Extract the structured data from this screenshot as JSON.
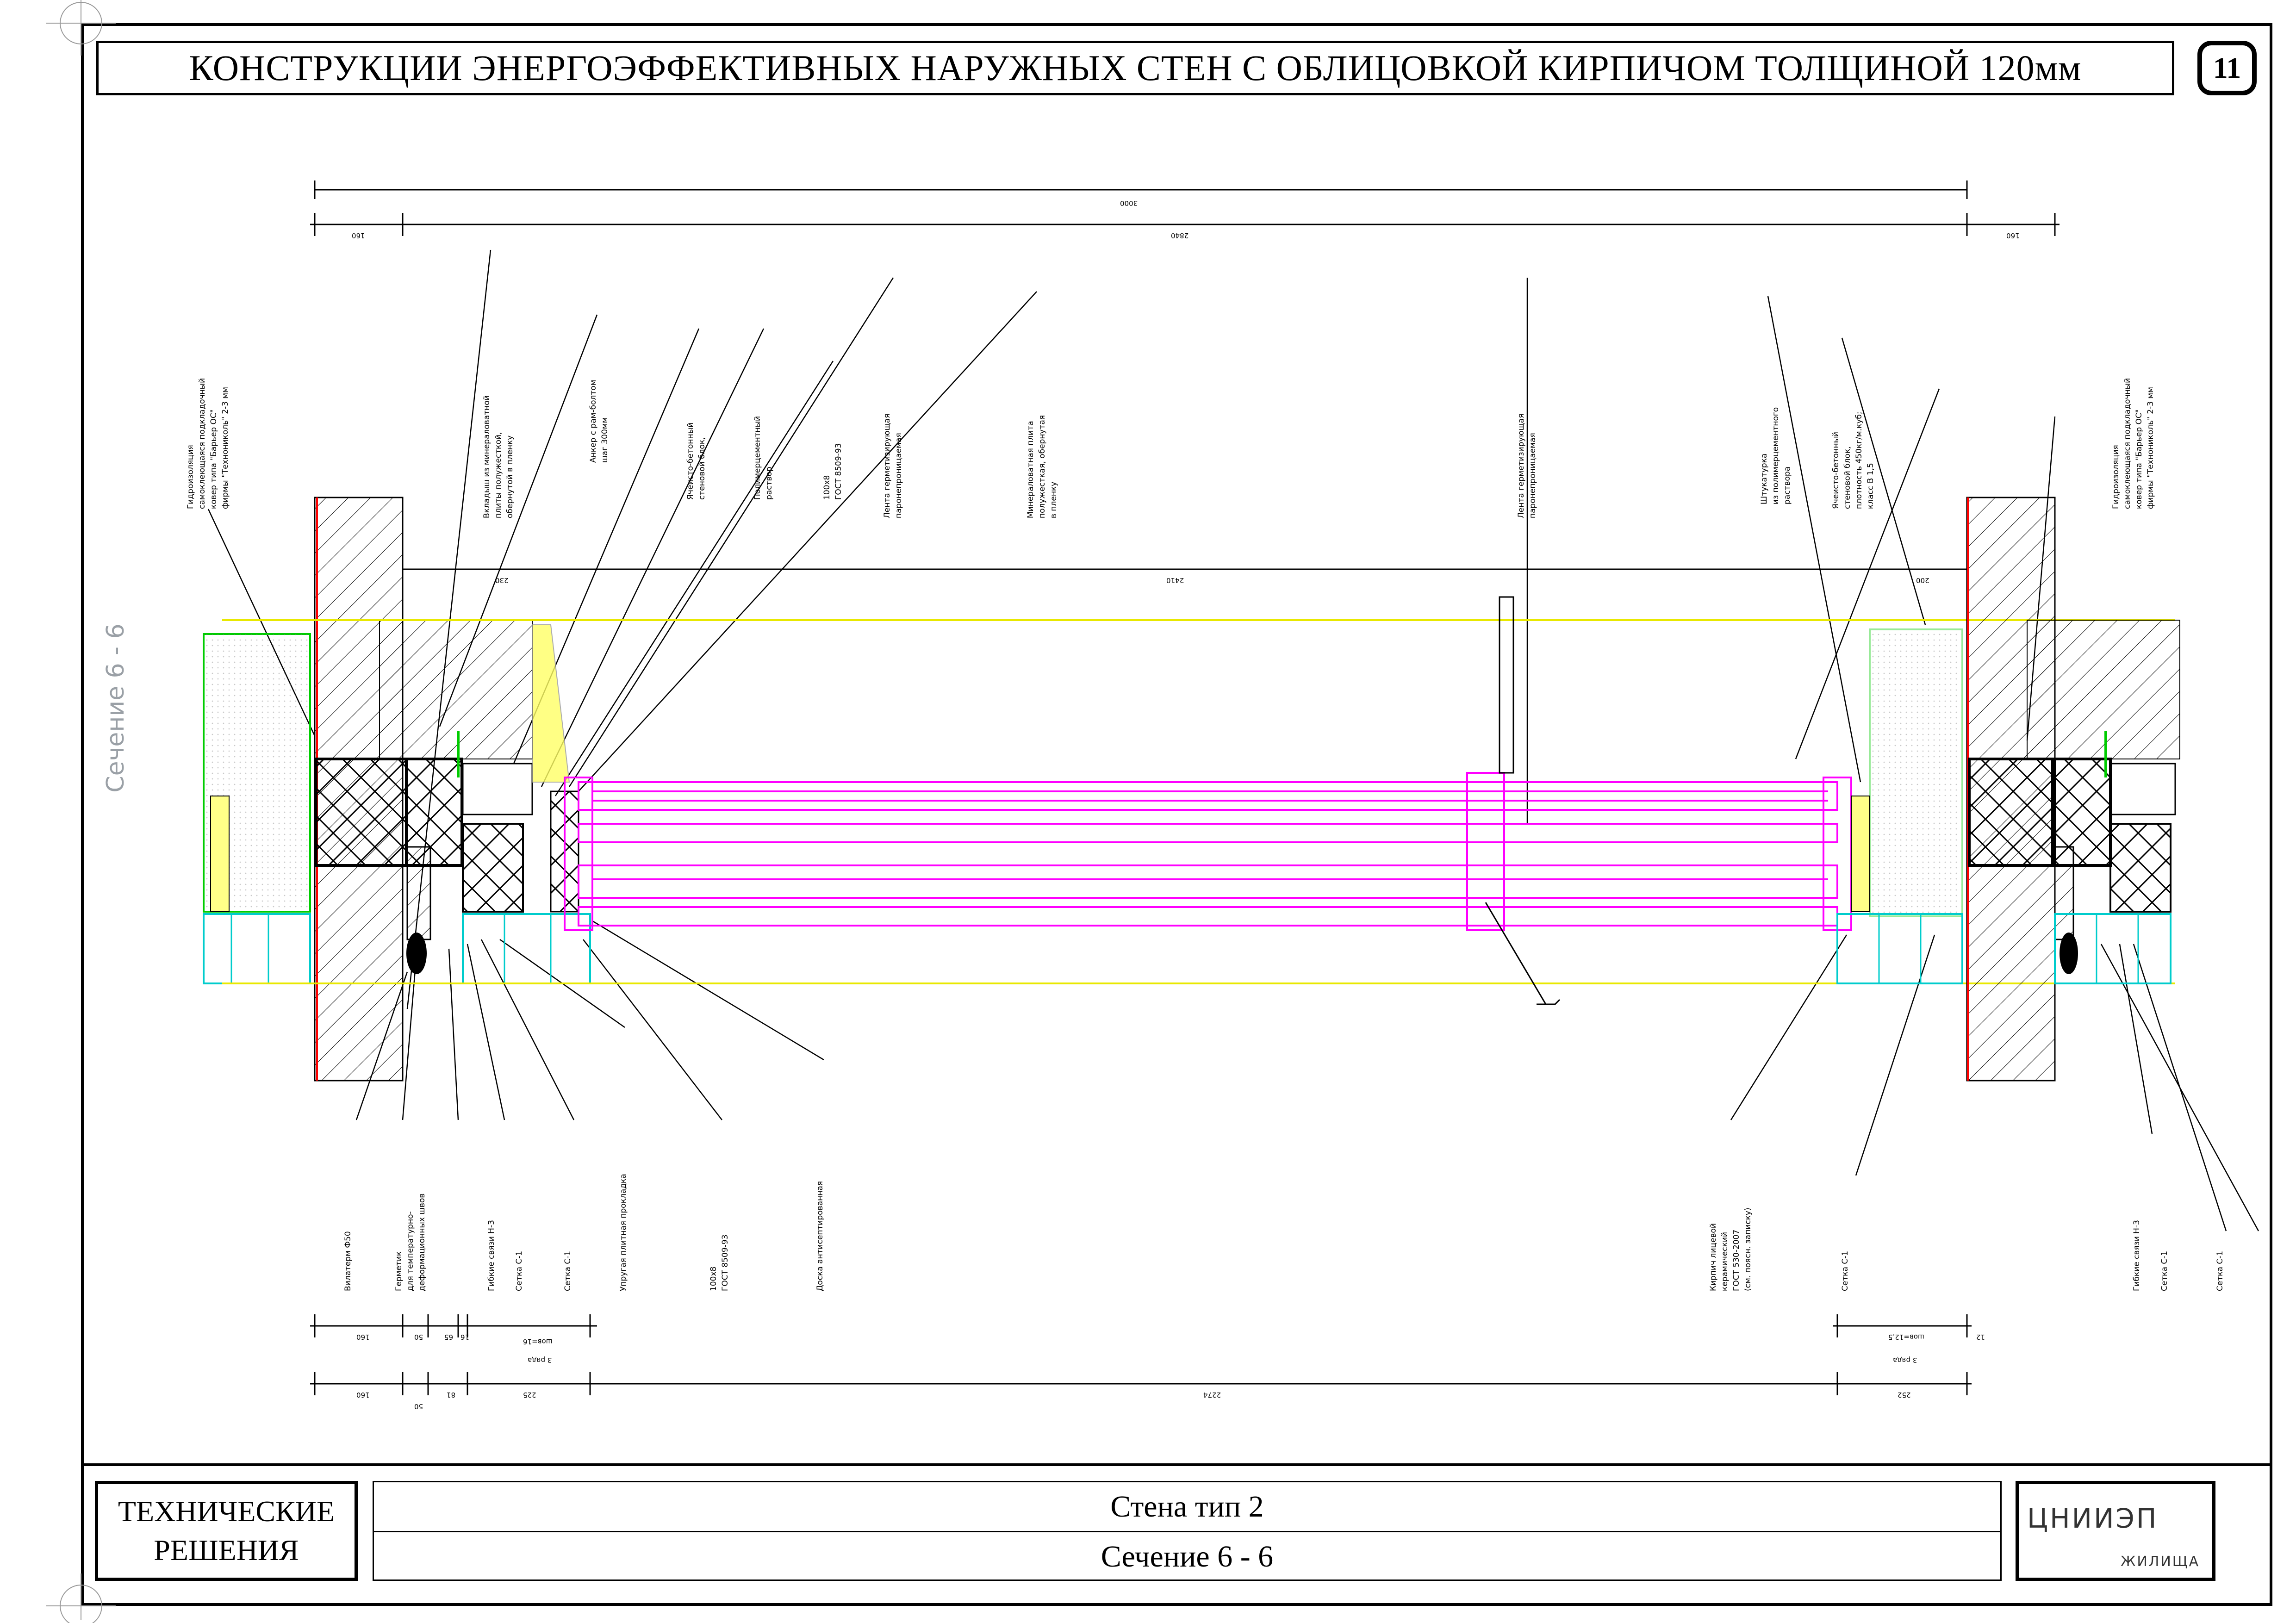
{
  "header": {
    "title": "КОНСТРУКЦИИ ЭНЕРГОЭФФЕКТИВНЫХ НАРУЖНЫХ СТЕН С ОБЛИЦОВКОЙ КИРПИЧОМ ТОЛЩИНОЙ 120мм",
    "sheet_number": "11"
  },
  "section_label": "Сечение 6 - 6",
  "colors": {
    "frame_sash": "#ff00ff",
    "insulation_outline": "#00cc00",
    "bricks": "#00cccc",
    "sill_line": "#e8e800",
    "accent_red": "#ff0000"
  },
  "labels_top_left": [
    [
      "Гидроизоляция",
      "самоклеющаяся подкладочный",
      "ковер типа \"Барьер ОС\"",
      "фирмы \"Технониколь\" 2-3 мм"
    ],
    [
      "Вкладыш из минераловатной",
      "плиты полужесткой,",
      "обернутой в пленку"
    ],
    [
      "Анкер с рам-болтом",
      "шаг 300мм"
    ],
    [
      "Ячеисто-бетонный",
      "стеновой блок,"
    ],
    [
      "Полимерцементный",
      "раствор"
    ],
    [
      "100х8",
      "ГОСТ 8509-93"
    ],
    [
      "Лента герметизирующая",
      "паронепроницаемая"
    ],
    [
      "Минераловатная плита",
      "полужесткая, обернутая",
      "в пленку"
    ]
  ],
  "labels_top_right": [
    [
      "Лента герметизирующая",
      "паронепроницаемая"
    ],
    [
      "Штукатурка",
      "из полимерцементного",
      "раствора"
    ],
    [
      "Ячеисто-бетонный",
      "стеновой блок,",
      "плотность 450кг/м.куб;",
      "класс В 1,5"
    ],
    [
      "Гидроизоляция",
      "самоклеющаяся подкладочный",
      "ковер типа \"Барьер ОС\"",
      "фирмы \"Технониколь\" 2-3 мм"
    ]
  ],
  "labels_bottom_left": [
    [
      "Вилатерм Ф50"
    ],
    [
      "Герметик",
      "для температурно-",
      "деформационных швов"
    ],
    [
      "Гибкие связи Н-3"
    ],
    [
      "Сетка С-1"
    ],
    [
      "Сетка С-1"
    ],
    [
      "Упругая плитная прокладка"
    ],
    [
      "100х8",
      "ГОСТ 8509-93"
    ],
    [
      "Доска антисептированная"
    ]
  ],
  "labels_bottom_right": [
    [
      "Кирпич лицевой",
      "керамический",
      "ГОСТ 530-2007",
      "(см. поясн. записку)"
    ],
    [
      "Сетка С-1"
    ],
    [
      "Гибкие связи Н-3"
    ],
    [
      "Сетка С-1"
    ],
    [
      "Сетка С-1"
    ]
  ],
  "dimensions": {
    "overall": "3000",
    "opening": "2840",
    "left_pier": "160",
    "right_pier": "160",
    "inner_opening": "2410",
    "inner_left": "230",
    "inner_right": "200",
    "bottom_opening": "2274",
    "bottom_left": "160",
    "bottom_right": "252",
    "bottom_a": "50",
    "bottom_b": "65",
    "bottom_c": "16",
    "bottom_d": "225",
    "bottom_e": "81",
    "rows_note_left": "3 ряда",
    "rows_note_left_b": "шов=16",
    "rows_note_right": "3 ряда",
    "rows_note_right_b": "шов=12,5",
    "right_small": "12"
  },
  "stamp": {
    "tech_line1": "ТЕХНИЧЕСКИЕ",
    "tech_line2": "РЕШЕНИЯ",
    "name_line1": "Стена тип 2",
    "name_line2": "Сечение 6 - 6",
    "org_main": "ЦНИИЭП",
    "org_sub": "ЖИЛИЩА"
  }
}
